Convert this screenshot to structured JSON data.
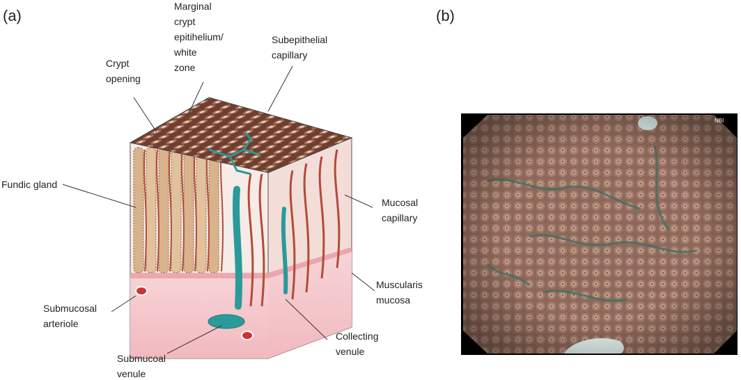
{
  "panels": {
    "a": "(a)",
    "b": "(b)"
  },
  "labels": {
    "crypt_opening": [
      "Crypt",
      "opening"
    ],
    "marginal_crypt": [
      "Marginal",
      "crypt",
      "epitihelium/",
      "white",
      "zone"
    ],
    "subepithelial": [
      "Subepithelial",
      "capillary"
    ],
    "fundic_gland": [
      "Fundic gland"
    ],
    "mucosal_capillary": [
      "Mucosal",
      "capillary"
    ],
    "muscularis_mucosa": [
      "Muscularis",
      "mucosa"
    ],
    "submucosal_arteriole": [
      "Submucosal",
      "arteriole"
    ],
    "collecting_venule": [
      "Collecting",
      "venule"
    ],
    "submucoal_venule": [
      "Submucoal",
      "venule"
    ]
  },
  "endoscope_tag": "NBI",
  "colors": {
    "surface": "#8a5a45",
    "gland": "#d9b38c",
    "capillary": "#b34a3a",
    "venule": "#2a9a9a",
    "submucosa": "#f2c4c8",
    "mucosa_bg": "#f6e7e2",
    "endo_bg": "#8a6a5a",
    "endo_frame": "#000000"
  }
}
